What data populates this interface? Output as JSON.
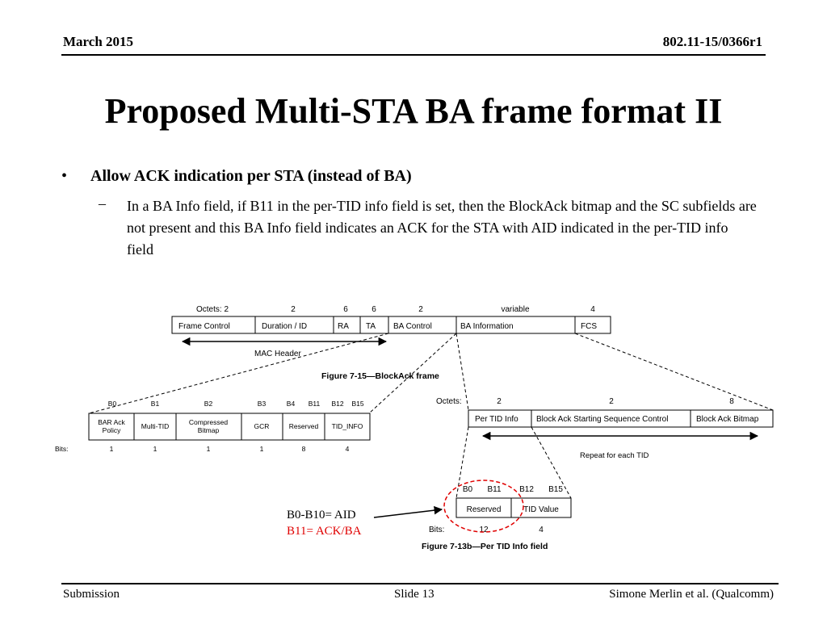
{
  "header": {
    "date": "March 2015",
    "doc_id": "802.11-15/0366r1"
  },
  "title": "Proposed Multi-STA BA frame format II",
  "bullets": {
    "main": "Allow ACK indication per STA (instead of BA)",
    "sub": "In a BA Info field, if B11 in the per-TID info field is set, then the BlockAck bitmap and the SC subfields are not present and this BA Info field indicates an ACK for the STA with AID indicated in the per-TID info field"
  },
  "diagram": {
    "frame": {
      "octets_label": "Octets: 2",
      "octets": [
        "2",
        "6",
        "6",
        "2",
        "variable",
        "4"
      ],
      "fields": [
        "Frame Control",
        "Duration / ID",
        "RA",
        "TA",
        "BA Control",
        "BA Information",
        "FCS"
      ],
      "mac_header": "MAC Header",
      "caption": "Figure 7-15—BlockAck frame"
    },
    "ba_control": {
      "bit_labels": [
        "B0",
        "B1",
        "B2",
        "B3",
        "B4",
        "B11",
        "B12",
        "B15"
      ],
      "fields": [
        [
          "BAR Ack",
          "Policy"
        ],
        [
          "Multi-TID"
        ],
        [
          "Compressed",
          "Bitmap"
        ],
        [
          "GCR"
        ],
        [
          "Reserved"
        ],
        [
          "TID_INFO"
        ]
      ],
      "bits_label": "Bits:",
      "bits": [
        "1",
        "1",
        "1",
        "1",
        "8",
        "4"
      ]
    },
    "ba_info": {
      "octets_label": "Octets:",
      "octets": [
        "2",
        "2",
        "8"
      ],
      "fields": [
        "Per TID Info",
        "Block Ack Starting Sequence Control",
        "Block Ack Bitmap"
      ],
      "repeat": "Repeat for each TID"
    },
    "per_tid": {
      "bit_labels": [
        "B0",
        "B11",
        "B12",
        "B15"
      ],
      "fields": [
        "Reserved",
        "TID Value"
      ],
      "bits_label": "Bits:",
      "bits": [
        "12",
        "4"
      ],
      "caption": "Figure 7-13b—Per TID Info field"
    },
    "notes": {
      "aid": "B0-B10= AID",
      "ack": "B11= ACK/BA",
      "ack_color": "#e00000"
    },
    "highlight_color": "#e00000"
  },
  "footer": {
    "left": "Submission",
    "center": "Slide 13",
    "right": "Simone Merlin et al. (Qualcomm)"
  }
}
